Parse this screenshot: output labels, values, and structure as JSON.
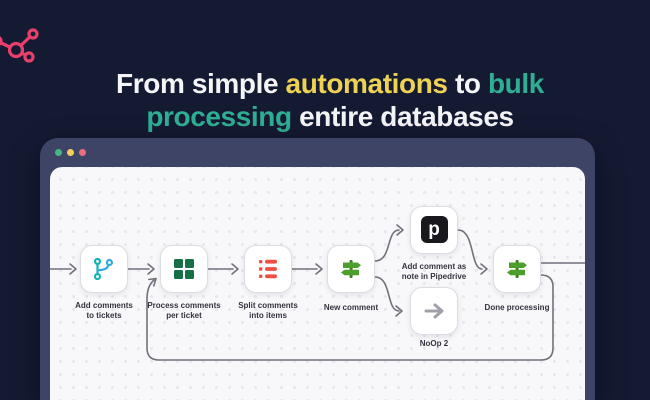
{
  "header": {
    "segments": [
      {
        "text": "From simple ",
        "color": "#f4f5f7"
      },
      {
        "text": "automations",
        "color": "#eed253"
      },
      {
        "text": " to ",
        "color": "#f4f5f7"
      },
      {
        "text": "bulk processing",
        "color": "#2fae94"
      },
      {
        "text": " entire databases",
        "color": "#f4f5f7"
      }
    ]
  },
  "logo": {
    "icon": "network-share-icon",
    "color": "#e8406a"
  },
  "window": {
    "traffic_lights": [
      {
        "name": "green",
        "color": "#43b883"
      },
      {
        "name": "yellow",
        "color": "#f0d160"
      },
      {
        "name": "red",
        "color": "#ee6d7a"
      }
    ],
    "frame_color": "#3e4466",
    "canvas_color": "#f8f8fa"
  },
  "canvas": {
    "nodes": [
      {
        "id": "add-comments",
        "icon": "branch-icon",
        "label": "Add comments\nto tickets"
      },
      {
        "id": "process-comments",
        "icon": "grid-icon",
        "label": "Process comments\nper ticket"
      },
      {
        "id": "split-comments",
        "icon": "list-icon",
        "label": "Split comments\ninto items"
      },
      {
        "id": "new-comment",
        "icon": "signpost-icon",
        "label": "New comment"
      },
      {
        "id": "pipedrive",
        "icon": "pipedrive-icon",
        "icon_letter": "p",
        "label": "Add comment as\nnote in Pipedrive"
      },
      {
        "id": "noop",
        "icon": "arrow-right-icon",
        "label": "NoOp 2"
      },
      {
        "id": "done-processing",
        "icon": "signpost-icon",
        "label": "Done processing"
      }
    ],
    "icon_colors": {
      "branch_teal": "#12b3b6",
      "branch_blue": "#2fa9e0",
      "grid_green": "#166f45",
      "list_red": "#ee4f42",
      "signpost_green": "#4c9e2d",
      "noop_gray": "#9fa0a8",
      "pipedrive_bg": "#19191d"
    },
    "wire_color": "#71717c"
  }
}
